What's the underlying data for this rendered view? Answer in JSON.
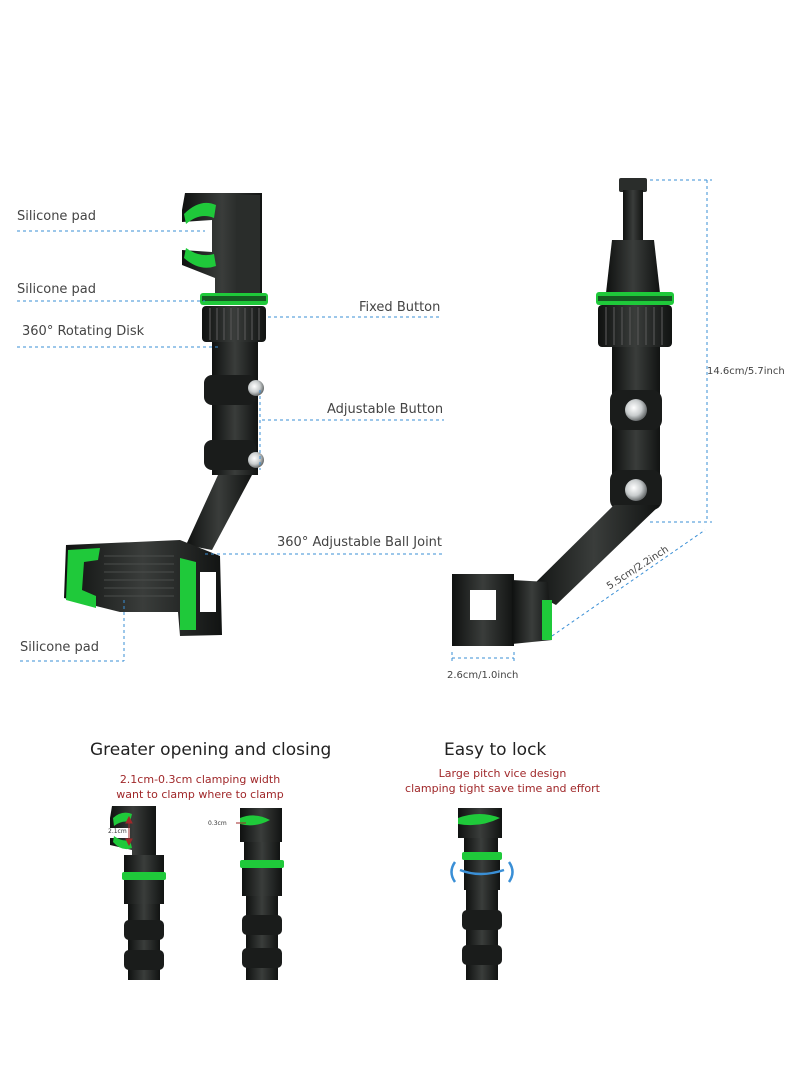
{
  "labels": {
    "silicone_pad_top": "Silicone pad",
    "silicone_pad_mid": "Silicone pad",
    "rotating_disk": "360° Rotating Disk",
    "fixed_button": "Fixed Button",
    "adjustable_button": "Adjustable Button",
    "ball_joint": "360° Adjustable Ball Joint",
    "silicone_pad_bottom": "Silicone pad"
  },
  "dimensions": {
    "height": "14.6cm/5.7inch",
    "arm": "5.5cm/2.2inch",
    "width": "2.6cm/1.0inch"
  },
  "features": {
    "opening": {
      "title": "Greater opening and closing",
      "line1": "2.1cm-0.3cm clamping width",
      "line2": "want to clamp where to clamp",
      "open_mark": "2.1cm",
      "closed_mark": "0.3cm"
    },
    "lock": {
      "title": "Easy to lock",
      "line1": "Large pitch vice design",
      "line2": "clamping tight save time and effort"
    }
  },
  "colors": {
    "accent_green": "#1fc93a",
    "body_black": "#1d1f1e",
    "guide_blue": "#3a8fd6",
    "caption_red": "#a0282a"
  }
}
